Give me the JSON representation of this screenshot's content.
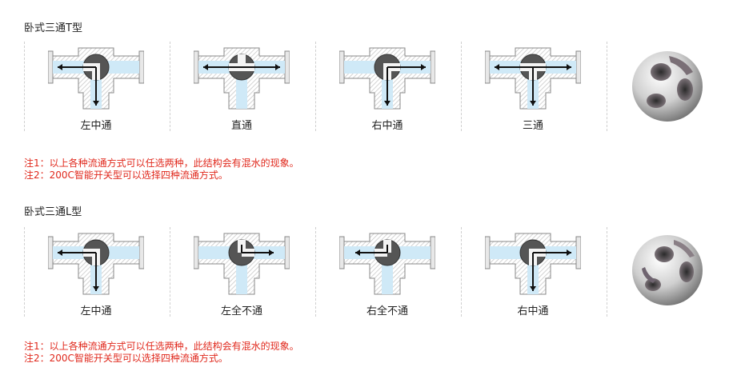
{
  "sections": [
    {
      "title": "卧式三通T型",
      "valves": [
        {
          "label": "左中通",
          "flow": "left-down"
        },
        {
          "label": "直通",
          "flow": "left-right"
        },
        {
          "label": "右中通",
          "flow": "right-down"
        },
        {
          "label": "三通",
          "flow": "all"
        }
      ],
      "ball_icon": "ball-t-port-icon",
      "notes": [
        "注1：以上各种流通方式可以任选两种，此结构会有混水的现象。",
        "注2：200C智能开关型可以选择四种流通方式。"
      ]
    },
    {
      "title": "卧式三通L型",
      "valves": [
        {
          "label": "左中通",
          "flow": "left-down"
        },
        {
          "label": "左全不通",
          "flow": "blocked-left"
        },
        {
          "label": "右全不通",
          "flow": "blocked-right"
        },
        {
          "label": "右中通",
          "flow": "right-down"
        }
      ],
      "ball_icon": "ball-l-port-icon",
      "notes": [
        "注1：以上各种流通方式可以任选两种，此结构会有混水的现象。",
        "注2：200C智能开关型可以选择四种流通方式。"
      ]
    }
  ],
  "colors": {
    "note": "#e0281c",
    "channel": "#cfe9f7",
    "ball": "#555555",
    "hatch": "#c9c9c9",
    "arrow": "#111111"
  }
}
